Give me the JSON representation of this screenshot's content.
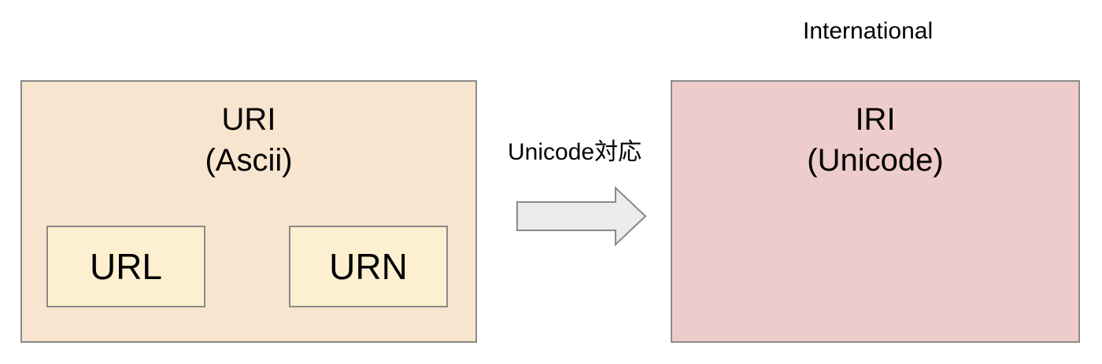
{
  "labels": {
    "international": "International",
    "conversion": "Unicode対応"
  },
  "uri": {
    "title": "URI",
    "subtitle": "(Ascii)",
    "children": [
      "URL",
      "URN"
    ]
  },
  "iri": {
    "title": "IRI",
    "subtitle": "(Unicode)"
  },
  "colors": {
    "uri_fill": "#f8e5cf",
    "iri_fill": "#eecccb",
    "child_fill": "#fcf0d0",
    "arrow_fill": "#ececec",
    "border": "#8a8a8a"
  }
}
